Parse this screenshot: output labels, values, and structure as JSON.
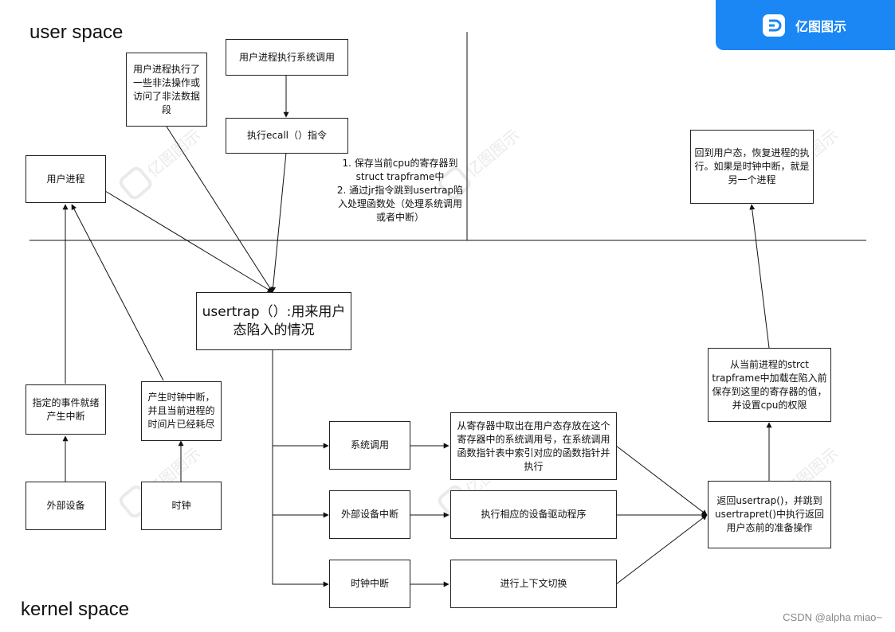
{
  "labels": {
    "user_space": "user space",
    "kernel_space": "kernel space"
  },
  "brand": {
    "name": "亿图图示",
    "icon": "edraw-logo-icon",
    "color": "#1a87f5"
  },
  "watermark_text": "亿图图示",
  "credit": "CSDN @alpha miao~",
  "boxes": {
    "user_process": "用户进程",
    "illegal_op": "用户进程执行了一些非法操作或访问了非法数据段",
    "syscall_exec": "用户进程执行系统调用",
    "ecall": "执行ecall（）指令",
    "usertrap": "usertrap（）:用来用户态陷入的情况",
    "event_ready": "指定的事件就绪产生中断",
    "timer_irq": "产生时钟中断，并且当前进程的时间片已经耗尽",
    "ext_device": "外部设备",
    "clock": "时钟",
    "branch_syscall": "系统调用",
    "branch_ext_irq": "外部设备中断",
    "branch_timer_irq": "时钟中断",
    "handle_syscall": "从寄存器中取出在用户态存放在这个寄存器中的系统调用号，在系统调用函数指针表中索引对应的函数指针并执行",
    "handle_driver": "执行相应的设备驱动程序",
    "handle_switch": "进行上下文切换",
    "usertrapret": "返回usertrap()，并跳到usertrapret()中执行返回用户态前的准备操作",
    "restore_regs": "从当前进程的strct trapframe中加载在陷入前保存到这里的寄存器的值，并设置cpu的权限",
    "return_user": "回到用户态，恢复进程的执行。如果是时钟中断，就是另一个进程"
  },
  "note": {
    "l1": "1. 保存当前cpu的寄存器到",
    "l2": "struct trapframe中",
    "l3": "2. 通过jr指令跳到usertrap陷",
    "l4": "入处理函数处（处理系统调用",
    "l5": "或者中断）"
  }
}
